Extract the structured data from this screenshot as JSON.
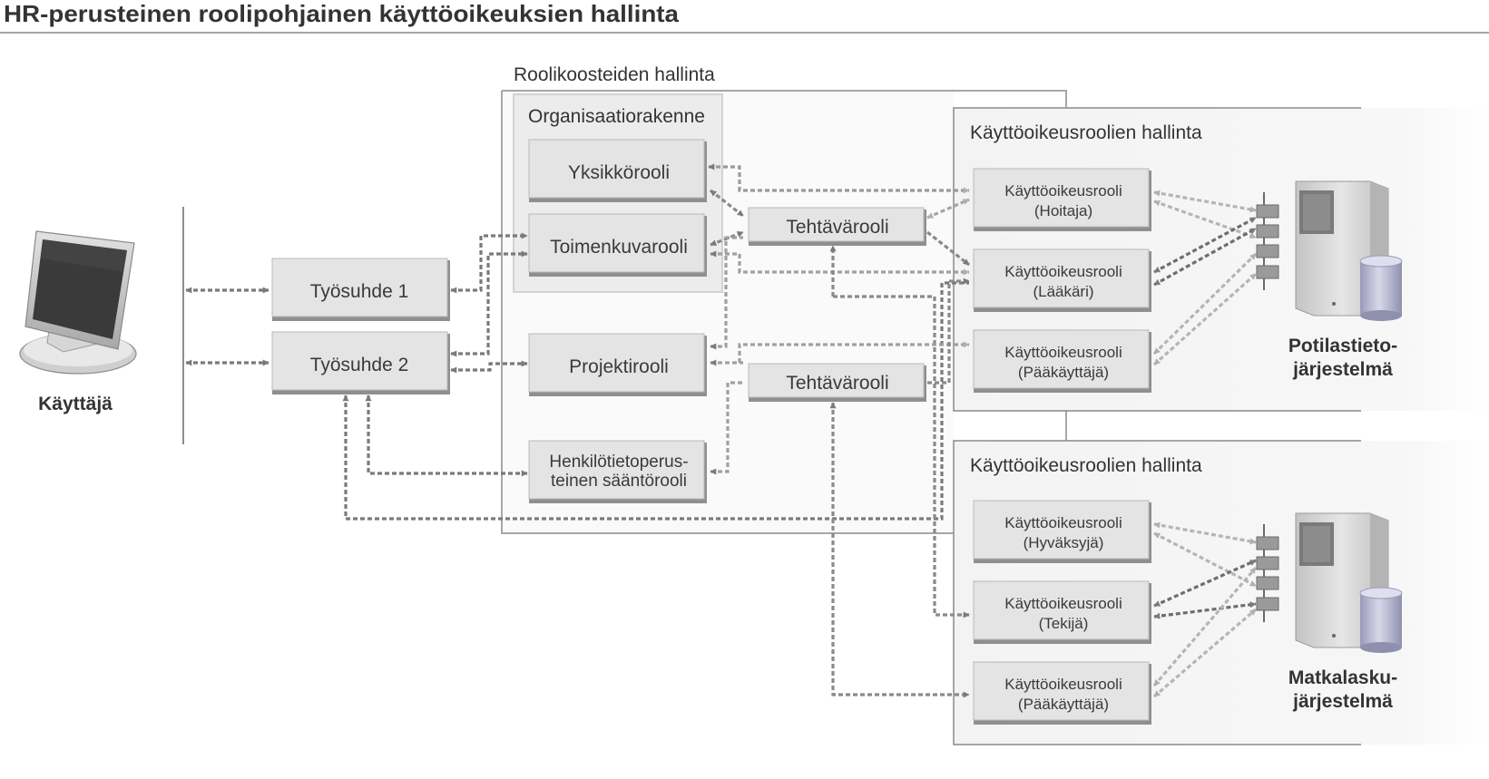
{
  "title": "HR-perusteinen roolipohjainen käyttöoikeuksien hallinta",
  "user": {
    "label": "Käyttäjä"
  },
  "employments": [
    {
      "label": "Työsuhde 1"
    },
    {
      "label": "Työsuhde 2"
    }
  ],
  "role_set_management": {
    "title": "Roolikoosteiden hallinta",
    "org_structure": {
      "title": "Organisaatiorakenne",
      "roles": [
        {
          "label": "Yksikkörooli"
        },
        {
          "label": "Toimenkuvarooli"
        }
      ]
    },
    "project_role": {
      "label": "Projektirooli"
    },
    "rule_role": {
      "line1": "Henkilötietoperus-",
      "line2": "teinen sääntörooli"
    },
    "task_roles": [
      {
        "label": "Tehtävärooli"
      },
      {
        "label": "Tehtävärooli"
      }
    ]
  },
  "access_management": [
    {
      "title": "Käyttöoikeusroolien hallinta",
      "roles": [
        {
          "line1": "Käyttöoikeusrooli",
          "line2": "(Hoitaja)"
        },
        {
          "line1": "Käyttöoikeusrooli",
          "line2": "(Lääkäri)"
        },
        {
          "line1": "Käyttöoikeusrooli",
          "line2": "(Pääkäyttäjä)"
        }
      ],
      "system": {
        "line1": "Potilastieto-",
        "line2": "järjestelmä"
      }
    },
    {
      "title": "Käyttöoikeusroolien hallinta",
      "roles": [
        {
          "line1": "Käyttöoikeusrooli",
          "line2": "(Hyväksyjä)"
        },
        {
          "line1": "Käyttöoikeusrooli",
          "line2": "(Tekijä)"
        },
        {
          "line1": "Käyttöoikeusrooli",
          "line2": "(Pääkäyttäjä)"
        }
      ],
      "system": {
        "line1": "Matkalasku-",
        "line2": "järjestelmä"
      }
    }
  ],
  "colors": {
    "box_fill": "#e4e4e4",
    "box_border": "#b9b9b9",
    "box_shadow": "#8f8f8f",
    "arrow_dark": "#7a7a7a",
    "arrow_light": "#b5b5b5",
    "panel_bg": "#f6f6f6",
    "panel_border": "#888888",
    "server": "#d2d2d2",
    "database": "#b8b8d0"
  }
}
